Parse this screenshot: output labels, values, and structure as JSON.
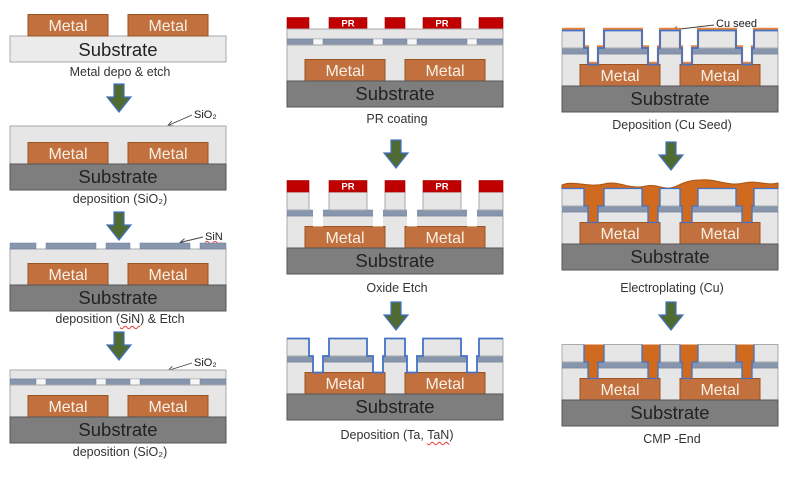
{
  "colors": {
    "metal": "#C1703E",
    "metal_edge": "#9B541F",
    "metal_text": "#F7F0E6",
    "copper": "#D06A1E",
    "copper_edge": "#A85510",
    "pr_red": "#C00000",
    "sin": "#8796AD",
    "liner_blue": "#4472C4",
    "seed_orange": "#E8853B",
    "oxide": "#E6E6E6",
    "oxide_edge": "#A9A9A9",
    "oxide_light": "#F7F7F7",
    "substrate_dark": "#7E7E7E",
    "substrate_dark_edge": "#565656",
    "substrate_light": "#EBEBEB",
    "substrate_text": "#222222",
    "arrow_green": "#4F6B32",
    "arrow_edge": "#4472C4",
    "annotation": "#444444",
    "caption_text": "#333333",
    "squiggle_red": "#E53935"
  },
  "shared": {
    "metal_label": "Metal",
    "substrate_label": "Substrate",
    "pr_label": "PR"
  },
  "steps": {
    "s1": {
      "caption": "Metal depo & etch"
    },
    "s2": {
      "caption": "deposition (SiO₂)",
      "label": "SiO₂"
    },
    "s3": {
      "caption_pre": "deposition (",
      "caption_word": "SiN",
      "caption_post": ") & Etch",
      "label": "SiN"
    },
    "s4": {
      "caption": "deposition (SiO₂)",
      "label": "SiO₂"
    },
    "s5": {
      "caption": "PR coating"
    },
    "s6": {
      "caption": "Oxide Etch"
    },
    "s7": {
      "caption_pre": "Deposition (Ta, ",
      "caption_word": "TaN",
      "caption_post": ")"
    },
    "s8": {
      "caption": "Deposition (Cu Seed)",
      "label": "Cu seed"
    },
    "s9": {
      "caption": "Electroplating (Cu)"
    },
    "s10": {
      "caption": "CMP -End"
    }
  }
}
